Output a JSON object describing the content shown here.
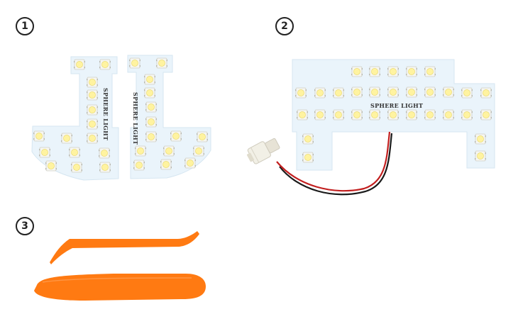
{
  "labels": {
    "item1": "1",
    "item2": "2",
    "item3": "3"
  },
  "boards": {
    "left_brand_text": "SPHERE LIGHT",
    "right_brand_text": "SPHERE LIGHT",
    "large_brand_text": "SPHERE LIGHT"
  },
  "colors": {
    "pcb": "#eaf4fb",
    "led_body": "#f7f7f2",
    "led_chip": "#fff5a8",
    "wire_red": "#c21f1f",
    "wire_black": "#1a1a1a",
    "trim_tool": "#ff7a12"
  },
  "icons": {
    "badge_shape": "circled-number-icon"
  }
}
